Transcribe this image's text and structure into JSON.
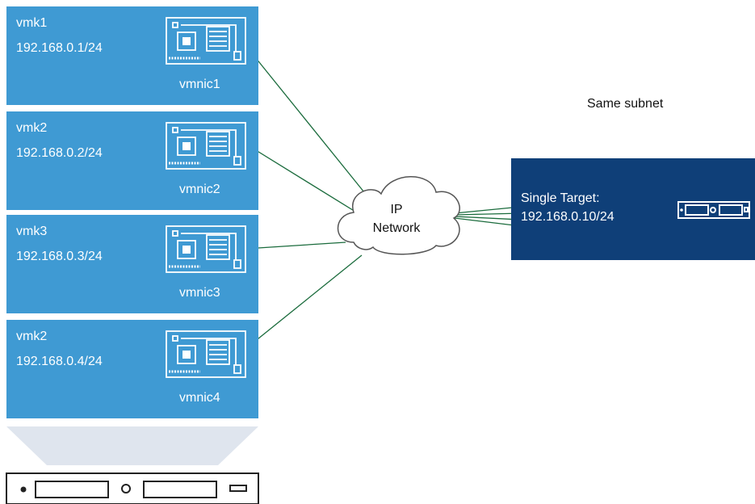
{
  "interfaces": [
    {
      "vmk": "vmk1",
      "ip": "192.168.0.1/24",
      "vmnic": "vmnic1"
    },
    {
      "vmk": "vmk2",
      "ip": "192.168.0.2/24",
      "vmnic": "vmnic2"
    },
    {
      "vmk": "vmk3",
      "ip": "192.168.0.3/24",
      "vmnic": "vmnic3"
    },
    {
      "vmk": "vmk2",
      "ip": "192.168.0.4/24",
      "vmnic": "vmnic4"
    }
  ],
  "network": {
    "line1": "IP",
    "line2": "Network"
  },
  "target": {
    "label": "Single Target:",
    "ip": "192.168.0.10/24"
  },
  "subnet_label": "Same subnet",
  "colors": {
    "vmk_box": "#3f9ad3",
    "target_box": "#0f3f78",
    "link": "#1a6b3c",
    "server_fade": "#dfe5ee"
  },
  "icons": {
    "nic": "network-card-icon",
    "server": "server-icon",
    "cloud": "cloud-icon"
  }
}
